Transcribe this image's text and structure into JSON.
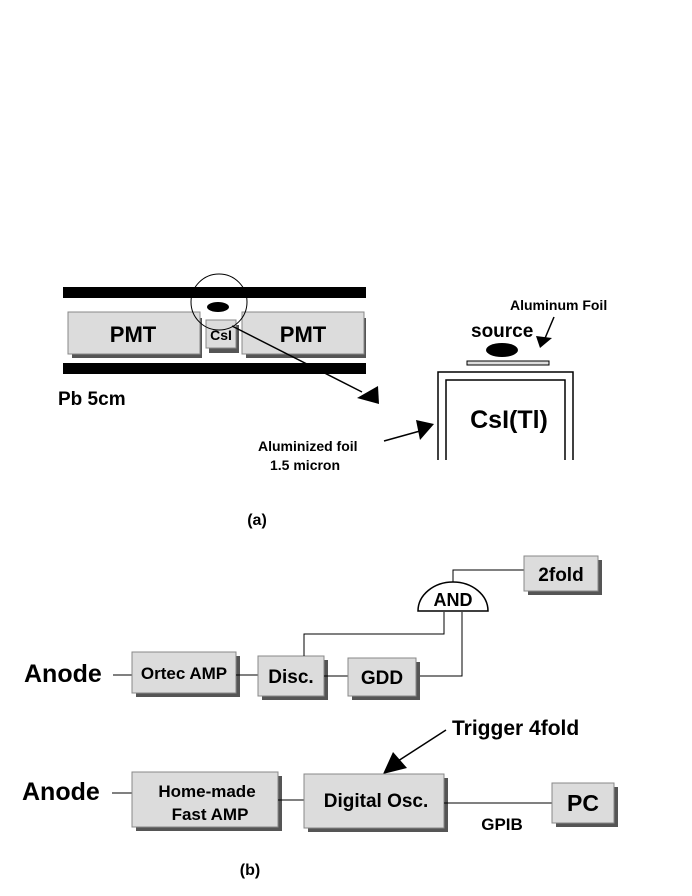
{
  "part_a": {
    "caption": "(a)",
    "pmt_left": "PMT",
    "csi_small": "CsI",
    "pmt_right": "PMT",
    "shield": "Pb 5cm",
    "aluminum_foil": "Aluminum Foil",
    "source": "source",
    "crystal": "CsI(Tl)",
    "aluminized_line1": "Aluminized foil",
    "aluminized_line2": "1.5 micron"
  },
  "part_b": {
    "caption": "(b)",
    "anode_top": "Anode",
    "ortec": "Ortec AMP",
    "disc": "Disc.",
    "gdd": "GDD",
    "and_gate": "AND",
    "twofold": "2fold",
    "anode_bottom": "Anode",
    "homemade_line1": "Home-made",
    "homemade_line2": "Fast AMP",
    "digital_osc": "Digital Osc.",
    "pc": "PC",
    "gpib": "GPIB",
    "trigger": "Trigger 4fold"
  },
  "colors": {
    "box_fill": "#dcdcdc",
    "shadow": "#555555",
    "ink": "#000000"
  }
}
